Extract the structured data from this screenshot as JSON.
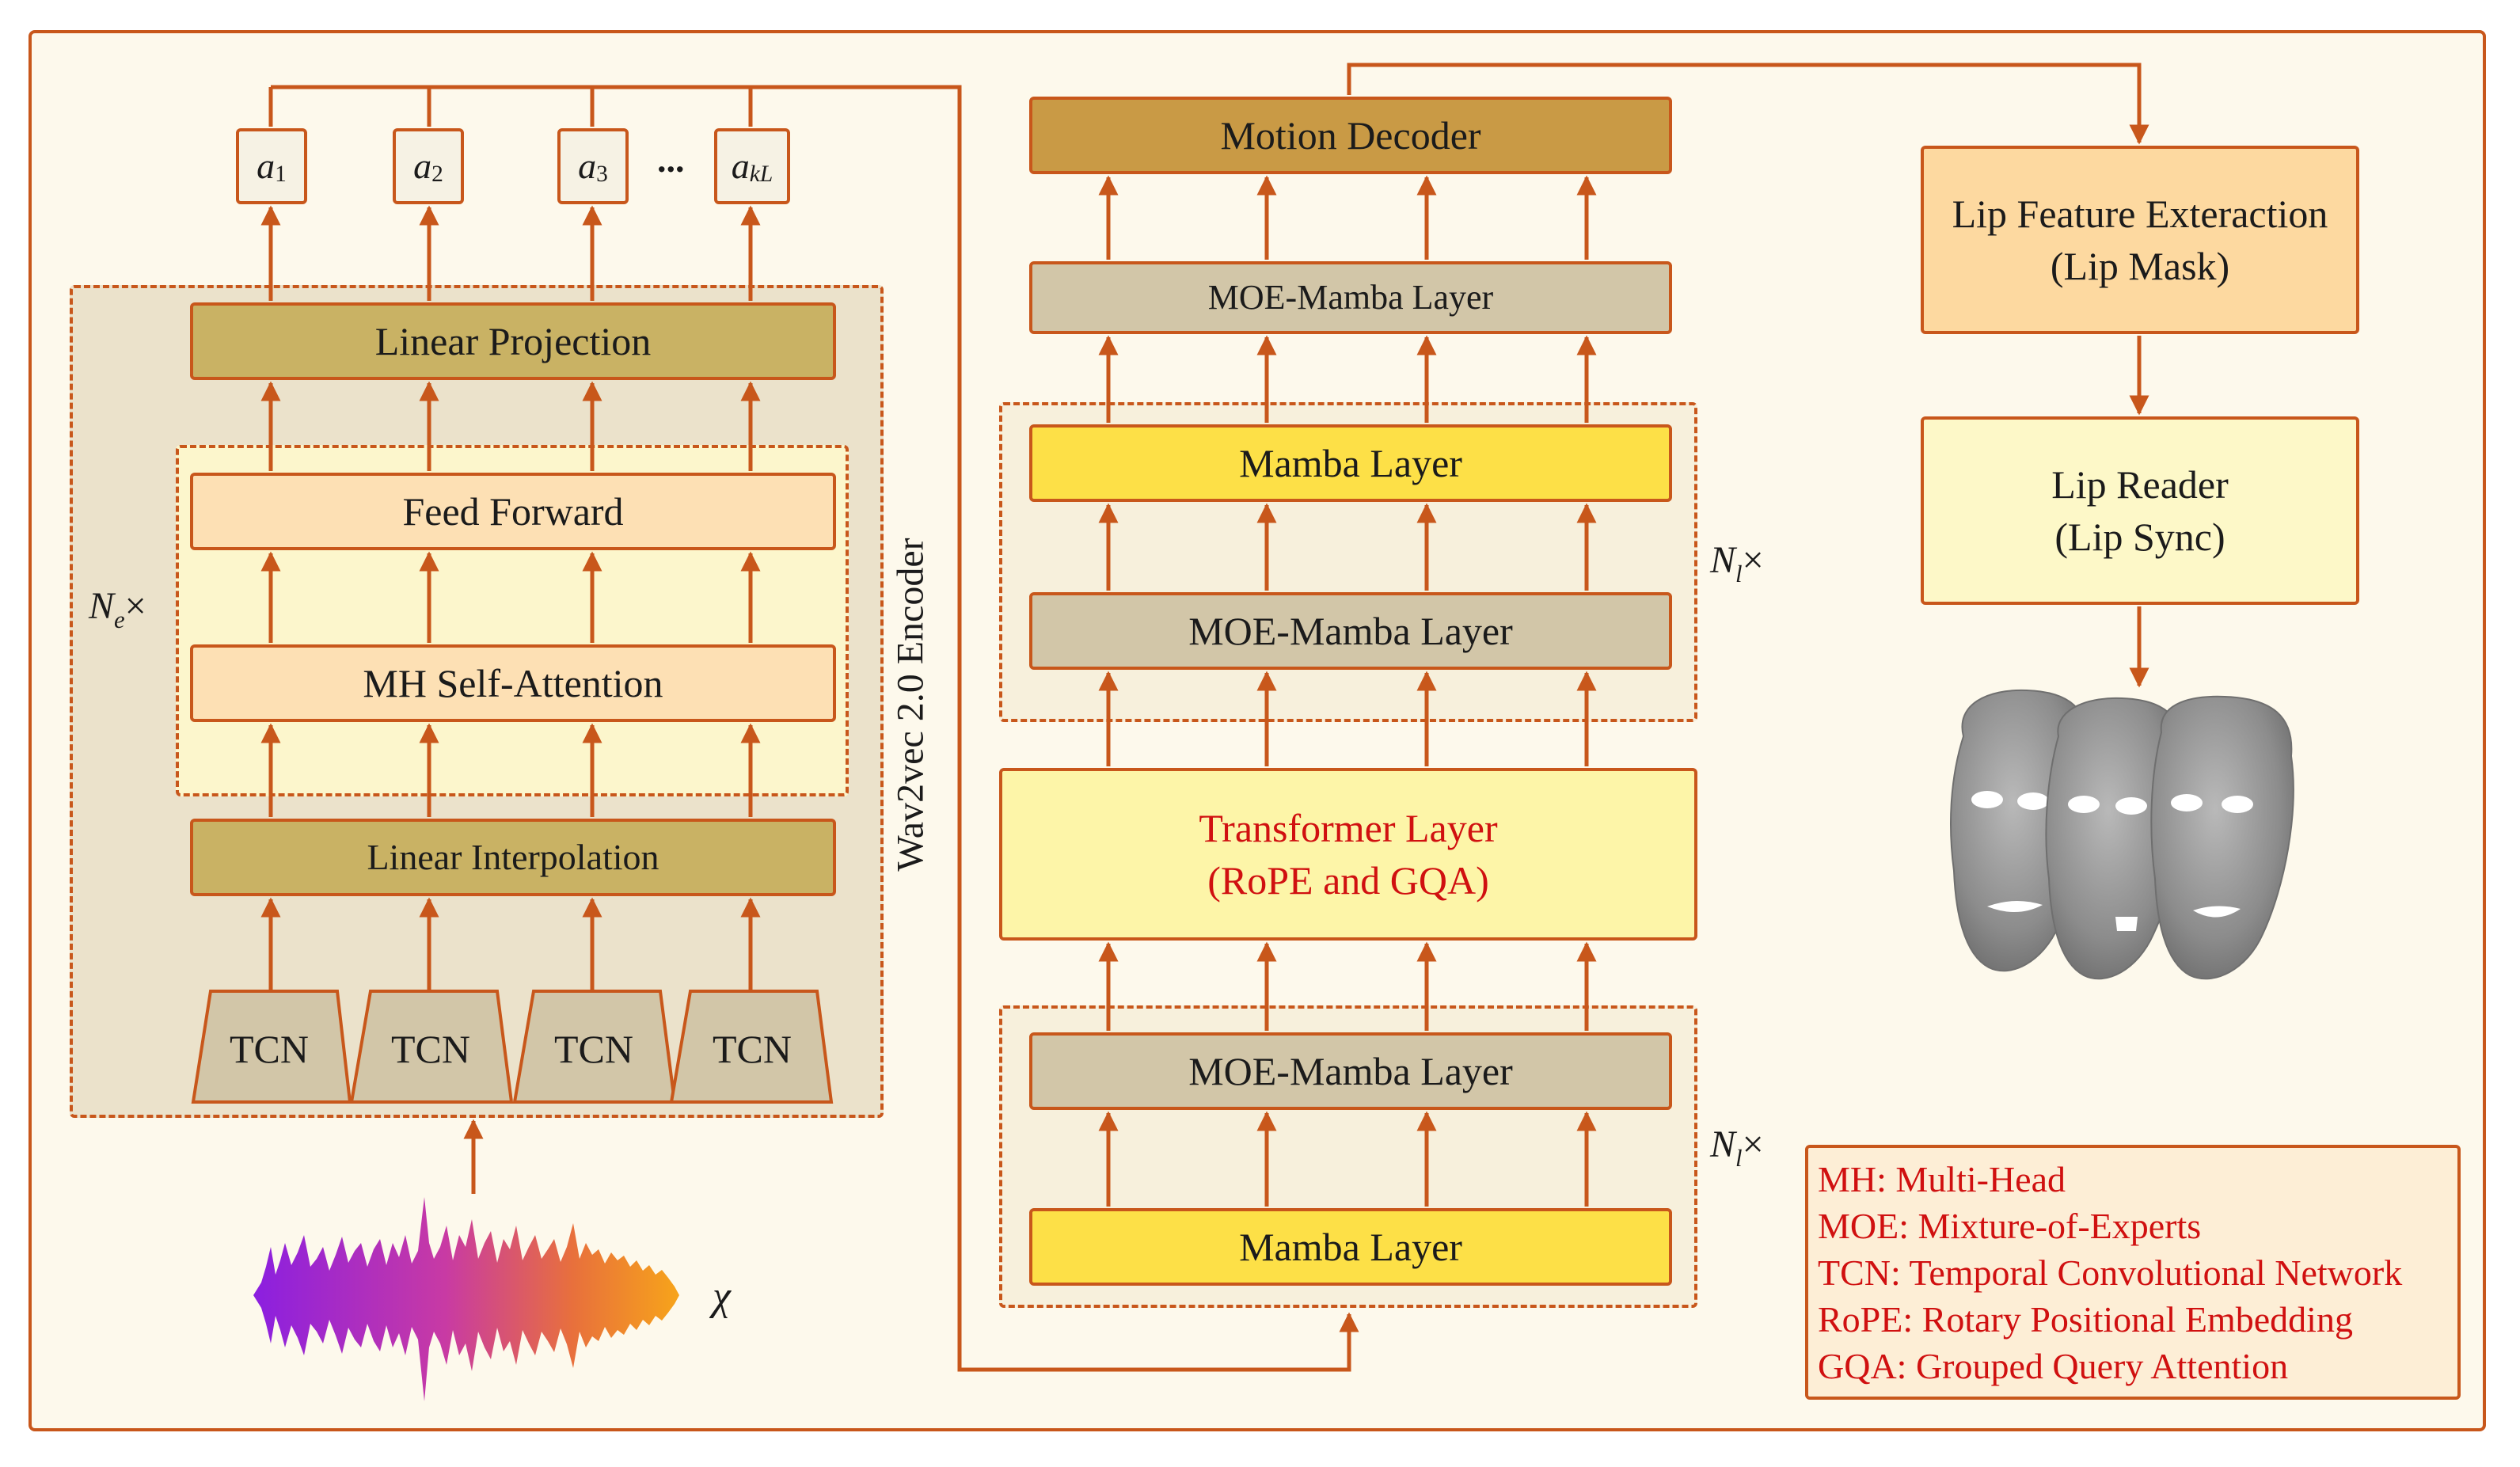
{
  "encoder": {
    "outputs": [
      {
        "base": "a",
        "sub": "1"
      },
      {
        "base": "a",
        "sub": "2"
      },
      {
        "base": "a",
        "sub": "3"
      },
      {
        "base": "a",
        "sub": "kL"
      }
    ],
    "ellipsis": "...",
    "linear_projection": "Linear Projection",
    "feed_forward": "Feed Forward",
    "self_attention": "MH Self-Attention",
    "linear_interpolation": "Linear Interpolation",
    "tcn_label": "TCN",
    "repeat_base": "N",
    "repeat_sub": "e",
    "repeat_times": "×",
    "side_label": "Wav2vec 2.0 Encoder",
    "input_symbol": "χ"
  },
  "decoder": {
    "motion_decoder": "Motion Decoder",
    "moe_mamba_top": "MOE-Mamba Layer",
    "mamba_upper": "Mamba Layer",
    "moe_mamba_upper": "MOE-Mamba Layer",
    "transformer_line1": "Transformer Layer",
    "transformer_line2": "(RoPE and GQA)",
    "moe_mamba_lower": "MOE-Mamba Layer",
    "mamba_lower": "Mamba Layer",
    "repeat_base": "N",
    "repeat_sub": "l",
    "repeat_times": "×"
  },
  "lip": {
    "feature_line1": "Lip Feature Exteraction",
    "feature_line2": "(Lip Mask)",
    "reader_line1": "Lip Reader",
    "reader_line2": "(Lip Sync)"
  },
  "legend": [
    "MH: Multi-Head",
    "MOE: Mixture-of-Experts",
    "TCN: Temporal Convolutional Network",
    "RoPE: Rotary Positional Embedding",
    "GQA: Grouped Query Attention"
  ],
  "colors": {
    "frame_border": "#c8571b",
    "frame_bg": "#fdf9ec",
    "encoder_bg": "#ebe2cb",
    "inner_bg": "#fcf6cc",
    "olive_box": "#c9b264",
    "peach_box": "#fde0b4",
    "motion_decoder": "#c99a45",
    "moe_box": "#d2c6a8",
    "mamba_box": "#fde047",
    "transformer_box": "#fdf5a8",
    "lip_feature_box": "#fdd9a0",
    "lip_reader_box": "#fdf8c8",
    "legend_bg": "#fdeed6",
    "legend_text": "#d01010",
    "face": "#8d8d8d"
  }
}
